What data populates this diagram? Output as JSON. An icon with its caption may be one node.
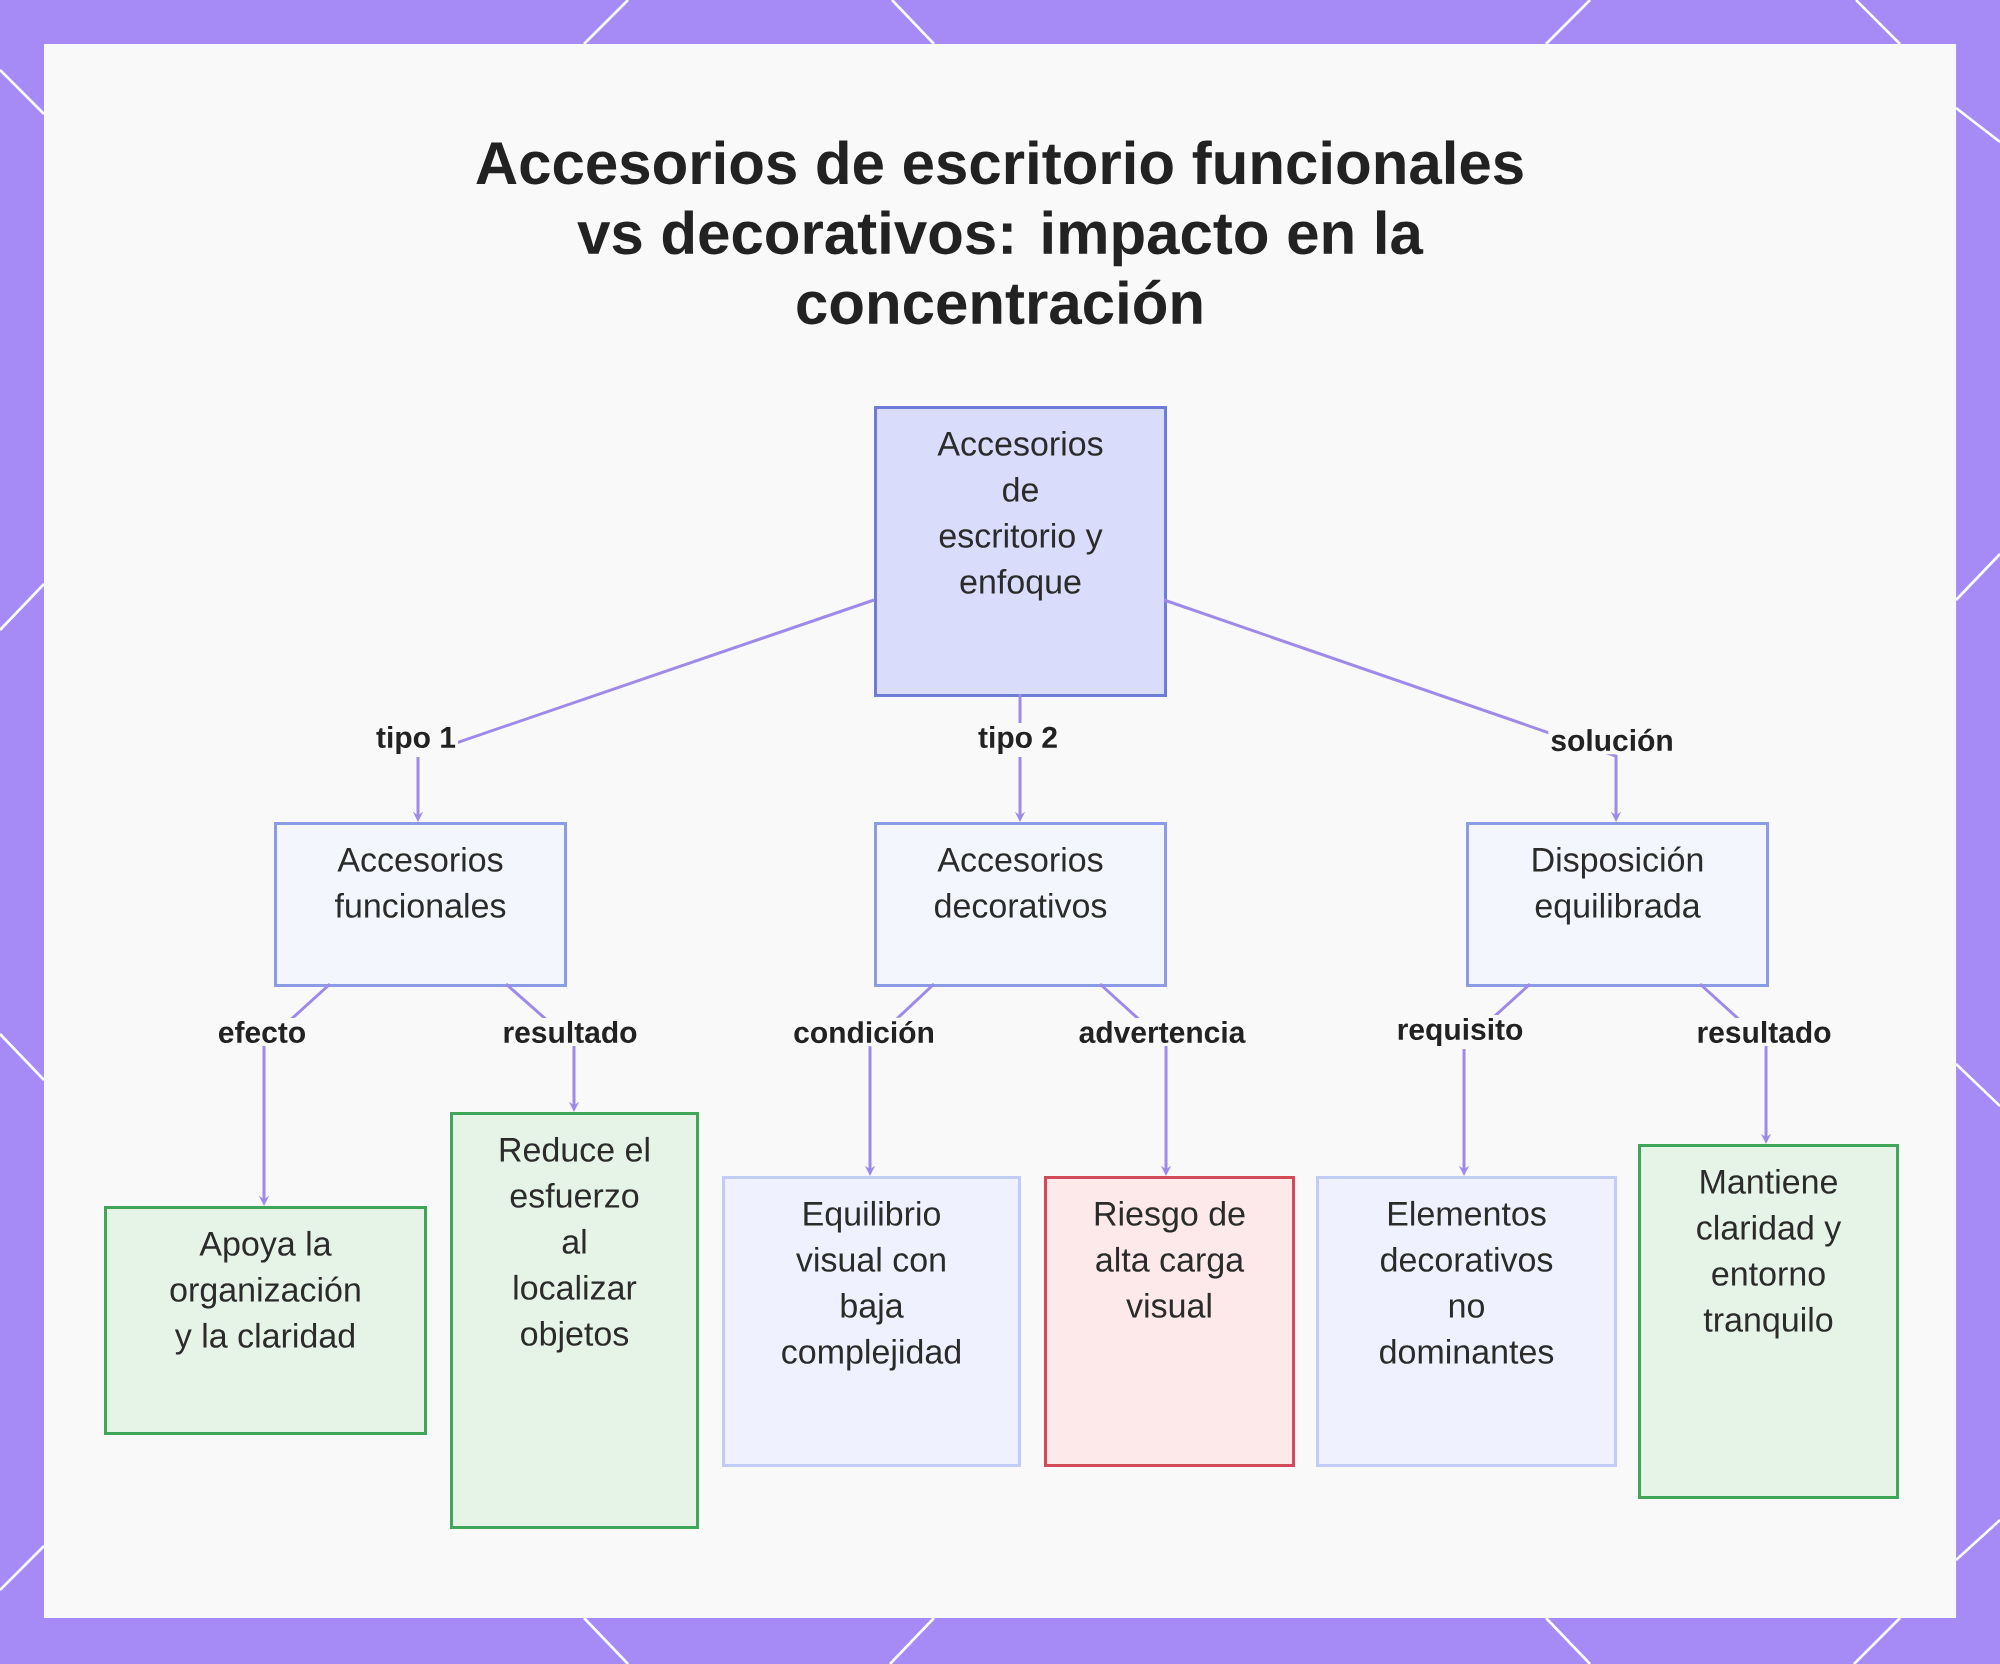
{
  "diagram": {
    "title": "Accesorios de escritorio funcionales vs decorativos: impacto en la concentración",
    "nodes": [
      {
        "text": [
          "Accesorios de escritorio y enfoque"
        ]
      },
      {
        "text": [
          "Accesorios funcionales"
        ]
      },
      {
        "text": [
          "Accesorios decorativos"
        ]
      },
      {
        "text": [
          "Disposición equilibrada"
        ]
      },
      {
        "text": [
          "Apoya la organización y la claridad"
        ]
      },
      {
        "text": [
          "Reduce el esfuerzo al localizar objetos"
        ]
      },
      {
        "text": [
          "Equilibrio visual con baja complejidad"
        ]
      },
      {
        "text": [
          "Riesgo de alta carga visual"
        ]
      },
      {
        "text": [
          "Elementos decorativos no dominantes"
        ]
      },
      {
        "text": [
          "Mantiene claridad y entorno tranquilo"
        ]
      }
    ],
    "edges": [
      {
        "from": 0,
        "to": 1,
        "arrow": "to",
        "label": "tipo 1"
      },
      {
        "from": 0,
        "to": 2,
        "arrow": "to",
        "label": "tipo 2"
      },
      {
        "from": 0,
        "to": 3,
        "arrow": "to",
        "label": "solución"
      },
      {
        "from": 1,
        "to": 4,
        "arrow": "to",
        "label": "efecto"
      },
      {
        "from": 1,
        "to": 5,
        "arrow": "to",
        "label": "resultado"
      },
      {
        "from": 2,
        "to": 6,
        "arrow": "to",
        "label": "condición"
      },
      {
        "from": 2,
        "to": 7,
        "arrow": "to",
        "label": "advertencia"
      },
      {
        "from": 3,
        "to": 8,
        "arrow": "to",
        "label": "requisito"
      },
      {
        "from": 3,
        "to": 9,
        "arrow": "to",
        "label": "resultado"
      }
    ]
  }
}
